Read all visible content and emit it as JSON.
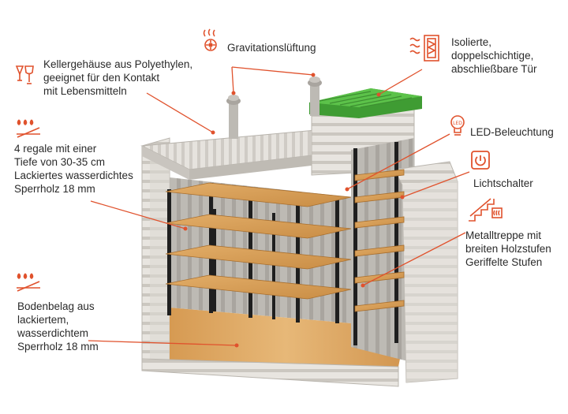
{
  "colors": {
    "accent": "#e0522d",
    "shell": "#d9d6d1",
    "wood": "#d9a15a",
    "door_green": "#4caf3a",
    "post": "#1f1f1f"
  },
  "callouts": {
    "ventilation": {
      "icon": "fan-heat-icon",
      "text": "Gravitationslüftung"
    },
    "housing": {
      "icon": "food-safe-icon",
      "lines": [
        "Kellergehäuse aus Polyethylen,",
        "geeignet für den Kontakt",
        "mit Lebensmitteln"
      ]
    },
    "shelves": {
      "icon": "waterproof-icon",
      "lines": [
        "4 regale mit einer",
        "Tiefe von 30-35 cm",
        "Lackiertes wasserdichtes",
        "Sperrholz 18 mm"
      ]
    },
    "floor": {
      "icon": "waterproof-icon",
      "lines": [
        "Bodenbelag aus",
        "lackiertem,",
        "wasserdichtem",
        "Sperrholz  18 mm"
      ]
    },
    "door": {
      "icon": "insulated-door-icon",
      "lines": [
        "Isolierte,",
        "doppelschichtige,",
        "abschließbare Tür"
      ]
    },
    "led": {
      "icon": "led-bulb-icon",
      "text": "LED-Beleuchtung"
    },
    "switch": {
      "icon": "power-switch-icon",
      "text": "Lichtschalter"
    },
    "stairs": {
      "icon": "stairs-icon",
      "lines": [
        "Metalltreppe mit",
        "breiten Holzstufen",
        "Geriffelte Stufen"
      ]
    }
  }
}
